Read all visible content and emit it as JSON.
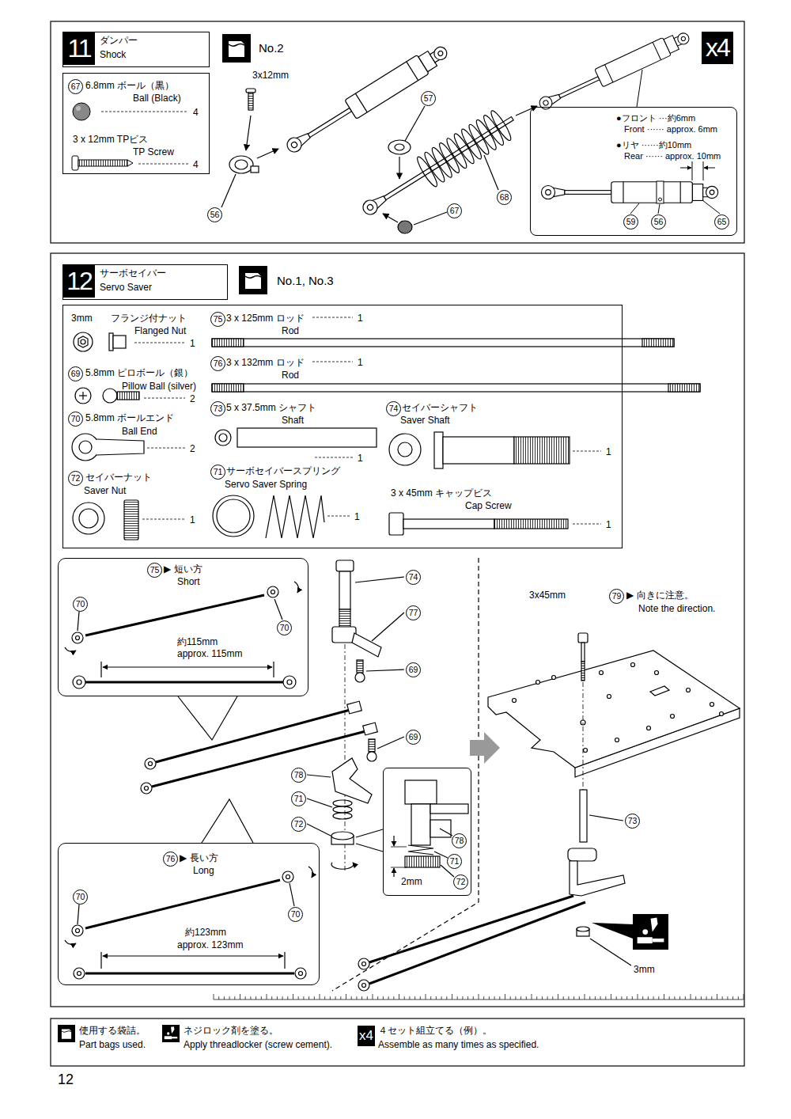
{
  "diagram": {
    "nodes": [
      {
        "text": [
          "11",
          "ダンパー",
          "Shock"
        ]
      },
      {
        "text": [
          "67",
          "6.8mm ボール（黒）",
          "Ball (Black)",
          "4",
          "3 x 12mm TPビス",
          "TP Screw",
          "4"
        ]
      },
      {
        "text": [
          "●フロント ···約6mm",
          "Front ······ approx. 6mm",
          "●リヤ ······約10mm",
          "Rear ······ approx. 10mm",
          "59",
          "56",
          "65"
        ]
      },
      {
        "text": [
          "12",
          "サーボセイバー",
          "Servo Saver"
        ]
      },
      {
        "text": [
          "3mm",
          "フランジ付ナット",
          "Flanged Nut",
          "1",
          "69",
          "5.8mm ピロボール（銀）",
          "Pillow Ball (silver)",
          "2",
          "70",
          "5.8mm ボールエンド",
          "Ball End",
          "2",
          "72",
          "セイバーナット",
          "Saver Nut",
          "1",
          "75",
          "3 x 125mm ロッド",
          "1",
          "Rod",
          "76",
          "3 x 132mm ロッド",
          "1",
          "Rod",
          "73",
          "5 x 37.5mm シャフト",
          "Shaft",
          "1",
          "74",
          "セイバーシャフト",
          "Saver Shaft",
          "1",
          "71",
          "サーボセイバースプリング",
          "Servo Saver Spring",
          "1",
          "3 x 45mm キャップビス",
          "Cap Screw",
          "1"
        ]
      },
      {
        "text": [
          "75",
          "▶ 短い方",
          "Short",
          "70",
          "70",
          "約115mm",
          "approx. 115mm"
        ]
      },
      {
        "text": [
          "76",
          "▶ 長い方",
          "Long",
          "70",
          "70",
          "約123mm",
          "approx. 123mm"
        ]
      },
      {
        "text": [
          "78",
          "71",
          "72",
          "2mm"
        ]
      },
      {
        "text": [
          "使用する袋詰。",
          "Part bags used.",
          "ネジロック剤を塗る。",
          "Apply threadlocker (screw cement).",
          "x4",
          "４セット組立てる（例）。",
          "Assemble as many times as specified."
        ]
      }
    ],
    "labels": [
      "No.2",
      "3x12mm",
      "56",
      "57",
      "68",
      "67",
      "x4",
      "No.1, No.3",
      "74",
      "77",
      "69",
      "69",
      "78",
      "71",
      "72",
      "3x45mm",
      "79",
      "▶ 向きに注意。",
      "Note the direction.",
      "73",
      "3mm",
      "12"
    ]
  }
}
